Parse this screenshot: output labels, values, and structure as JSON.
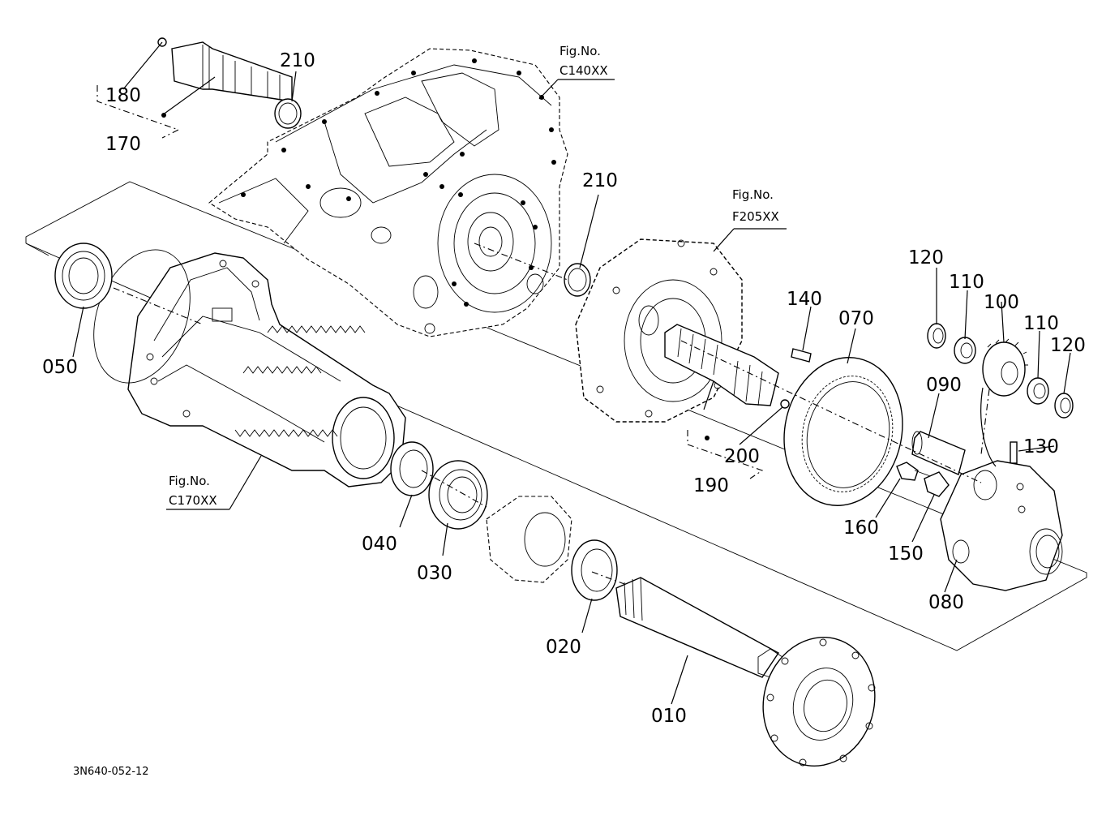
{
  "diagram": {
    "code": "3N640-052-12",
    "figure_refs": [
      {
        "id": "C140XX",
        "line1": "Fig.No.",
        "line2": "C140XX"
      },
      {
        "id": "F205XX",
        "line1": "Fig.No.",
        "line2": "F205XX"
      },
      {
        "id": "C170XX",
        "line1": "Fig.No.",
        "line2": "C170XX"
      }
    ],
    "part_labels": [
      "010",
      "020",
      "030",
      "040",
      "050",
      "070",
      "080",
      "090",
      "100",
      "110",
      "110",
      "120",
      "120",
      "130",
      "140",
      "150",
      "160",
      "170",
      "180",
      "190",
      "200",
      "210",
      "210"
    ]
  }
}
